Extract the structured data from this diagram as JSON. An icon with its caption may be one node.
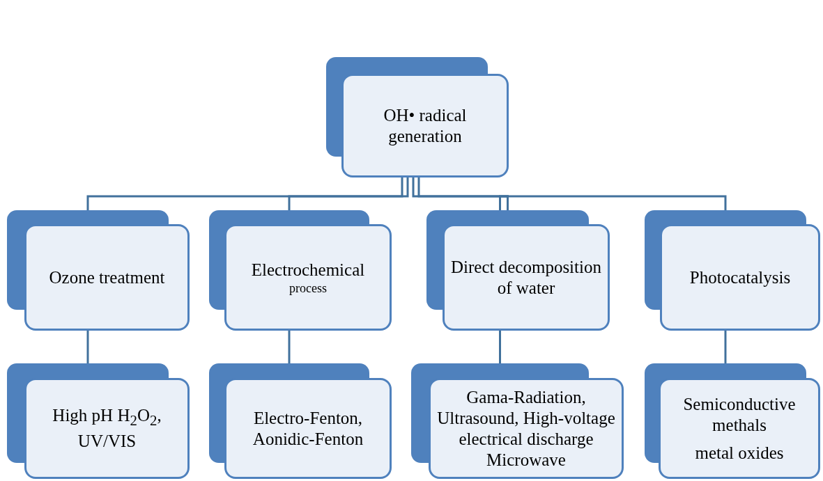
{
  "diagram": {
    "nodes": [
      {
        "text": [
          "OH• radical generation"
        ]
      },
      {
        "text": [
          "Ozone treatment"
        ]
      },
      {
        "text": [
          "Electrochemical",
          "process"
        ]
      },
      {
        "text": [
          "Direct decomposition of water"
        ]
      },
      {
        "text": [
          "Photocatalysis"
        ]
      },
      {
        "text": [
          "High pH H$_{2}$O$_{2}$, UV/VIS"
        ]
      },
      {
        "text": [
          "Electro-Fenton, Aonidic-Fenton"
        ]
      },
      {
        "text": [
          "Gama-Radiation, Ultrasound, High-voltage electrical discharge Microwave"
        ]
      },
      {
        "text": [
          "Semiconductive methals",
          "metal oxides"
        ]
      }
    ],
    "edges": [
      {
        "from": 0,
        "to": 1,
        "arrow": "none"
      },
      {
        "from": 0,
        "to": 2,
        "arrow": "none"
      },
      {
        "from": 0,
        "to": 3,
        "arrow": "none"
      },
      {
        "from": 0,
        "to": 4,
        "arrow": "none"
      },
      {
        "from": 1,
        "to": 5,
        "arrow": "none"
      },
      {
        "from": 2,
        "to": 6,
        "arrow": "none"
      },
      {
        "from": 3,
        "to": 7,
        "arrow": "none"
      },
      {
        "from": 4,
        "to": 8,
        "arrow": "none"
      }
    ]
  }
}
